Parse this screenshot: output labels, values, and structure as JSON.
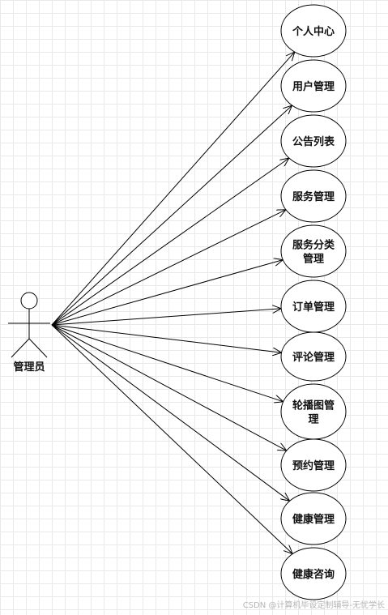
{
  "actor": {
    "label": "管理员"
  },
  "use_cases": [
    {
      "lines": [
        "个人中心"
      ]
    },
    {
      "lines": [
        "用户管理"
      ]
    },
    {
      "lines": [
        "公告列表"
      ]
    },
    {
      "lines": [
        "服务管理"
      ]
    },
    {
      "lines": [
        "服务分类",
        "管理"
      ]
    },
    {
      "lines": [
        "订单管理"
      ]
    },
    {
      "lines": [
        "评论管理"
      ]
    },
    {
      "lines": [
        "轮播图管",
        "理"
      ]
    },
    {
      "lines": [
        "预约管理"
      ]
    },
    {
      "lines": [
        "健康管理"
      ]
    },
    {
      "lines": [
        "健康咨询"
      ]
    }
  ],
  "watermark": "CSDN @计算机毕设定制辅导-无忧学长",
  "colors": {
    "line": "#000000",
    "grid": "#e9e9e9",
    "background": "#ffffff"
  }
}
